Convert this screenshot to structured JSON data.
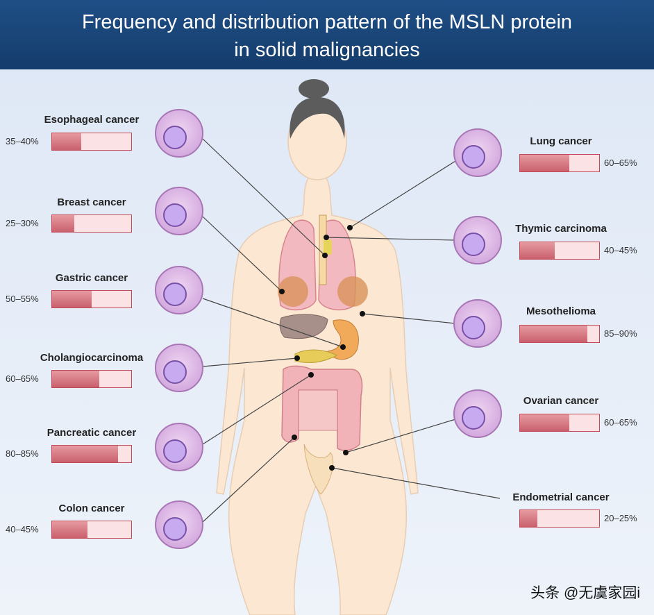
{
  "title": {
    "line1": "Frequency and distribution pattern of the MSLN protein",
    "line2": "in solid malignancies"
  },
  "left": [
    {
      "label": "Esophageal cancer",
      "percent_text": "35–40%",
      "fill": 0.37
    },
    {
      "label": "Breast cancer",
      "percent_text": "25–30%",
      "fill": 0.28
    },
    {
      "label": "Gastric cancer",
      "percent_text": "50–55%",
      "fill": 0.5
    },
    {
      "label": "Cholangiocarcinoma",
      "percent_text": "60–65%",
      "fill": 0.6
    },
    {
      "label": "Pancreatic cancer",
      "percent_text": "80–85%",
      "fill": 0.83
    },
    {
      "label": "Colon cancer",
      "percent_text": "40–45%",
      "fill": 0.45
    }
  ],
  "right": [
    {
      "label": "Lung cancer",
      "percent_text": "60–65%",
      "fill": 0.62
    },
    {
      "label": "Thymic carcinoma",
      "percent_text": "40–45%",
      "fill": 0.44
    },
    {
      "label": "Mesothelioma",
      "percent_text": "85–90%",
      "fill": 0.85
    },
    {
      "label": "Ovarian cancer",
      "percent_text": "60–65%",
      "fill": 0.62
    },
    {
      "label": "Endometrial cancer",
      "percent_text": "20–25%",
      "fill": 0.22
    }
  ],
  "watermark": "头条 @无虞家园i",
  "colors": {
    "header": "#1f4f86",
    "bar_fill": "#d06f79",
    "bar_empty": "#fbe3e5",
    "cell": "#d9b5e2",
    "nucleus": "#c8aaf0",
    "skin": "#fbe7d2"
  }
}
